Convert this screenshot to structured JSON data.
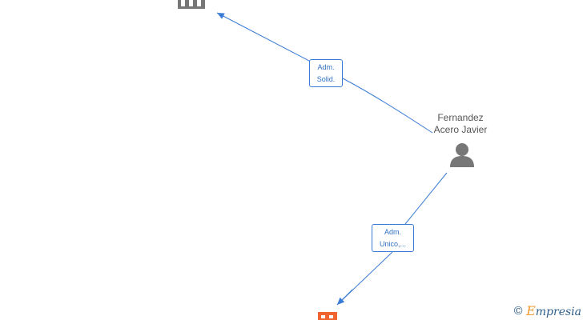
{
  "diagram": {
    "person": {
      "name_line1": "Fernandez",
      "name_line2": "Acero Javier"
    },
    "edges": [
      {
        "label_line1": "Adm.",
        "label_line2": "Solid."
      },
      {
        "label_line1": "Adm.",
        "label_line2": "Unico,..."
      }
    ],
    "colors": {
      "edge": "#3a7bd5",
      "person_icon": "#777777",
      "company_top": "#777777",
      "company_bottom": "#f0652f"
    }
  },
  "watermark": {
    "copyright": "©",
    "brand_first": "E",
    "brand_rest": "mpresia"
  }
}
